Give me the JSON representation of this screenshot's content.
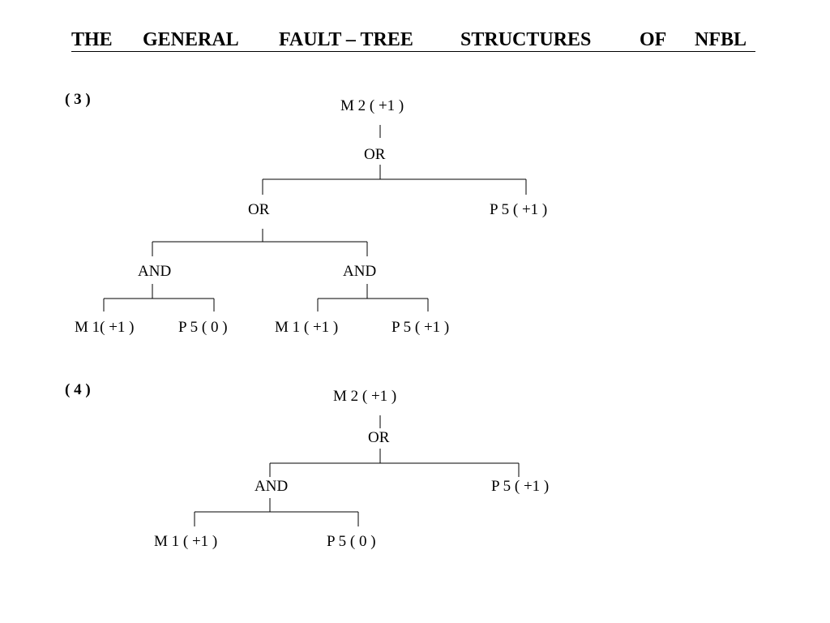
{
  "title": {
    "words": [
      "THE",
      "GENERAL",
      "FAULT – TREE",
      "STRUCTURES",
      "OF",
      "NFBL"
    ]
  },
  "trees": [
    {
      "number": "( 3 )",
      "nodes": {
        "top": "M 2 ( +1 )",
        "or_top": "OR",
        "or_mid": "OR",
        "p5_right": "P 5 ( +1 )",
        "and_left": "AND",
        "and_right": "AND",
        "m1_a": "M 1( +1 )",
        "p5_a": "P 5 ( 0 )",
        "m1_b": "M 1 ( +1 )",
        "p5_b": "P 5 ( +1 )"
      }
    },
    {
      "number": "( 4 )",
      "nodes": {
        "top": "M 2 ( +1 )",
        "or_top": "OR",
        "and_mid": "AND",
        "p5_right": "P 5 ( +1 )",
        "m1": "M 1 ( +1 )",
        "p5": "P 5 ( 0 )"
      }
    }
  ]
}
